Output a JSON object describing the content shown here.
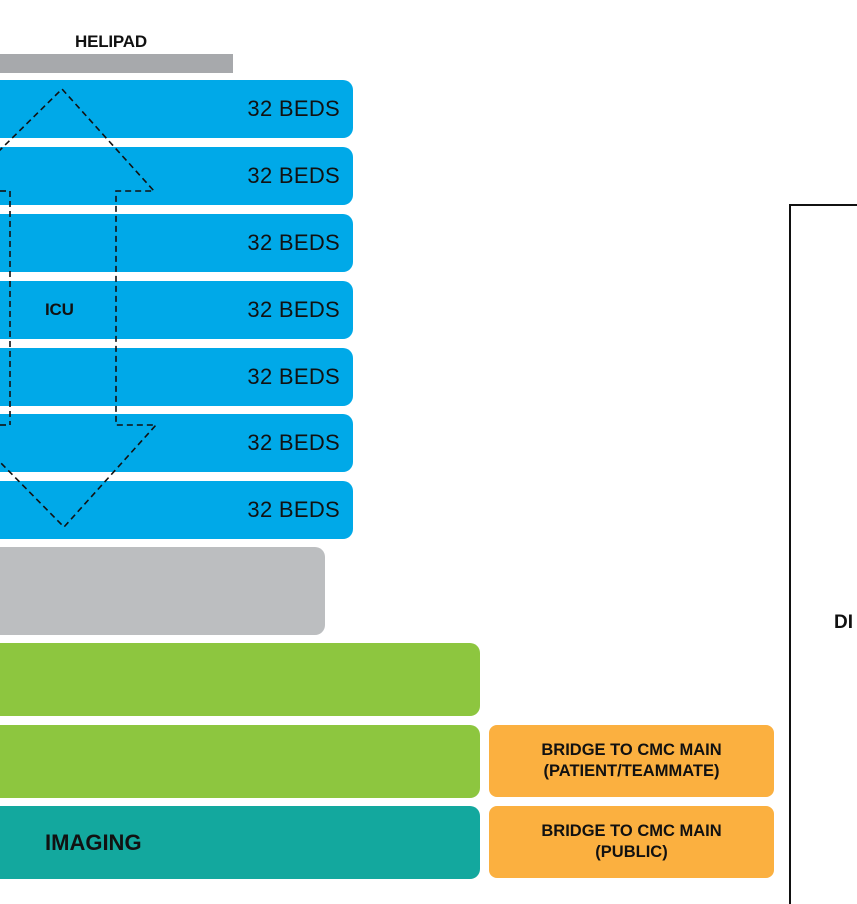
{
  "helipad": {
    "label": "HELIPAD"
  },
  "floors": [
    {
      "beds_label": "32 BEDS"
    },
    {
      "beds_label": "32 BEDS"
    },
    {
      "beds_label": "32 BEDS"
    },
    {
      "beds_label": "32 BEDS"
    },
    {
      "beds_label": "32 BEDS"
    },
    {
      "beds_label": "32 BEDS"
    },
    {
      "beds_label": "32 BEDS"
    }
  ],
  "icu": {
    "label": "ICU"
  },
  "imaging": {
    "label": "IMAGING"
  },
  "bridges": [
    {
      "line1": "BRIDGE TO CMC MAIN",
      "line2": "(PATIENT/TEAMMATE)"
    },
    {
      "line1": "BRIDGE TO CMC MAIN",
      "line2": "(PUBLIC)"
    }
  ],
  "right_frame": {
    "label_fragment": "DI"
  },
  "colors": {
    "bed_floor": "#00a9e8",
    "helipad": "#a7a9ac",
    "mechanical_gray": "#bcbec0",
    "green_floor": "#8dc63f",
    "imaging": "#13a89e",
    "bridge": "#fbb040",
    "text": "#111111"
  }
}
